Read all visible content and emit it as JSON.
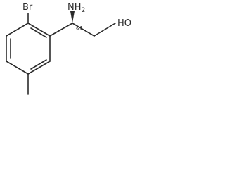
{
  "molecule": {
    "atoms": {
      "br": "Br",
      "nh2_main": "NH",
      "nh2_sub": "2",
      "oh": "HO",
      "stereo": "&1"
    }
  }
}
